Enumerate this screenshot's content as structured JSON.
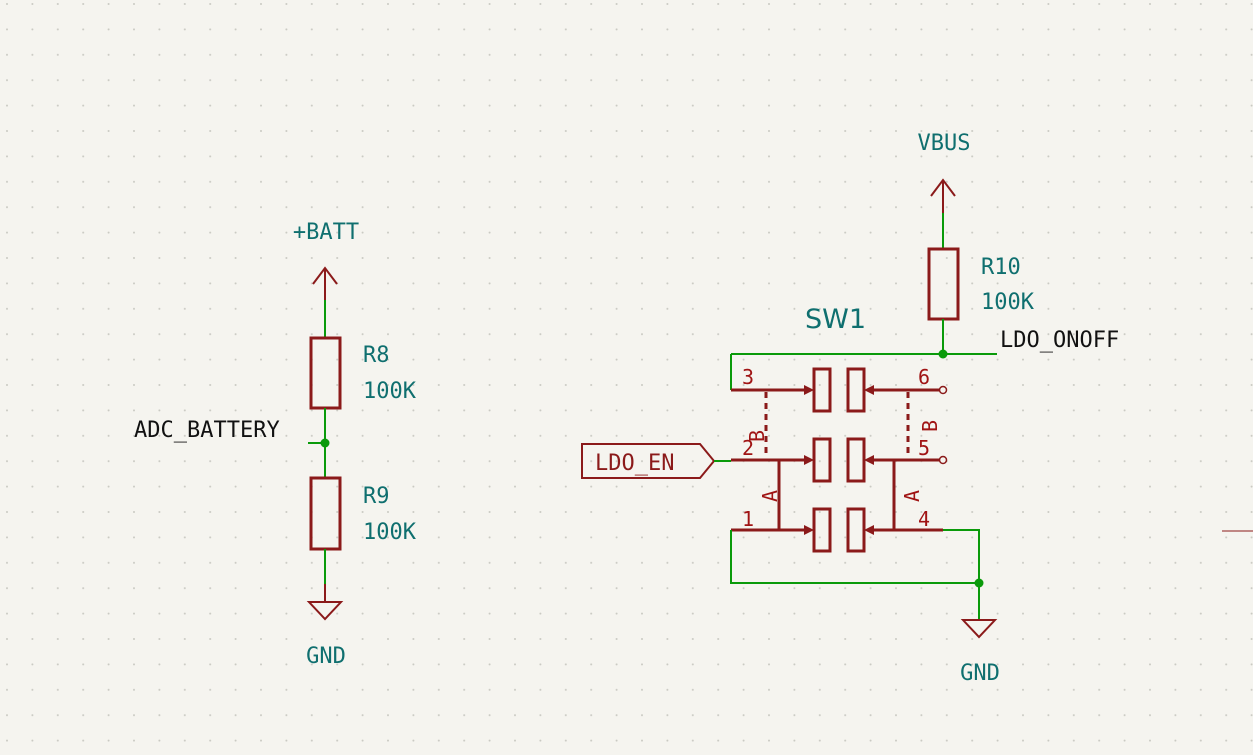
{
  "colors": {
    "background": "#f5f4ef",
    "wire": "#0a9a0a",
    "component": "#8b1a1a",
    "pin_number": "#a01414",
    "value_text": "#0f6f6f",
    "net_label": "#111111",
    "grid_dot": "#c9c9c2"
  },
  "power_symbols": {
    "batt": "+BATT",
    "gnd_left": "GND",
    "vbus": "VBUS",
    "gnd_right": "GND"
  },
  "components": {
    "r8": {
      "ref": "R8",
      "value": "100K"
    },
    "r9": {
      "ref": "R9",
      "value": "100K"
    },
    "r10": {
      "ref": "R10",
      "value": "100K"
    },
    "sw1": {
      "ref": "SW1",
      "pins": {
        "p1": "1",
        "p2": "2",
        "p3": "3",
        "p4": "4",
        "p5": "5",
        "p6": "6"
      },
      "sections": {
        "a_left": "A",
        "b_left": "B",
        "a_right": "A",
        "b_right": "B"
      }
    }
  },
  "net_labels": {
    "adc_battery": "ADC_BATTERY",
    "ldo_onoff": "LDO_ONOFF"
  },
  "global_labels": {
    "ldo_en": "LDO_EN"
  }
}
